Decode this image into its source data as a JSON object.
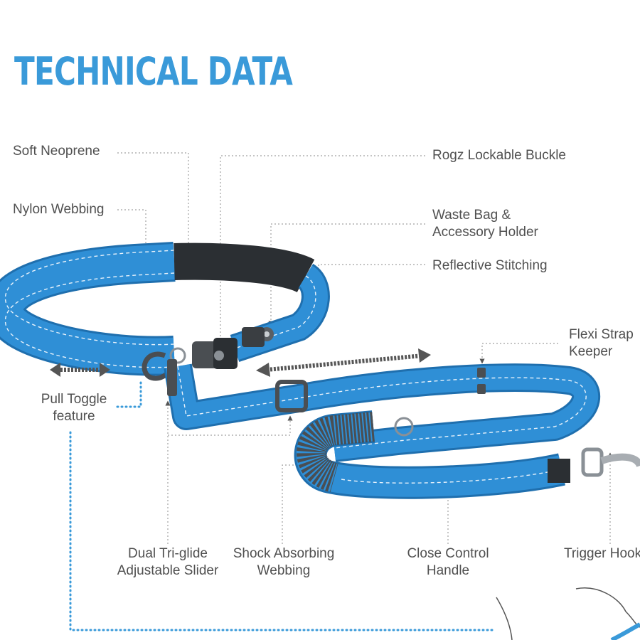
{
  "title": "TECHNICAL DATA",
  "colors": {
    "title": "#3a9ad9",
    "webbing": "#2f8fd6",
    "webbing_edge": "#1f6fae",
    "neoprene": "#2b2f33",
    "shock": "#4a4e52",
    "leader_line": "#9a9a9a",
    "dotted_accent": "#3a9ad9",
    "hardware": "#5a5f64"
  },
  "callouts": {
    "soft_neoprene": "Soft Neoprene",
    "nylon_webbing": "Nylon Webbing",
    "rogz_buckle": "Rogz Lockable Buckle",
    "waste_bag": [
      "Waste Bag &",
      "Accessory Holder"
    ],
    "reflective_stitching": "Reflective Stitching",
    "flexi_strap": [
      "Flexi Strap",
      "Keeper"
    ],
    "pull_toggle": [
      "Pull Toggle",
      "feature"
    ],
    "tri_glide": [
      "Dual Tri-glide",
      "Adjustable Slider"
    ],
    "shock_absorbing": [
      "Shock Absorbing",
      "Webbing"
    ],
    "close_control": [
      "Close Control",
      "Handle"
    ],
    "trigger_hook": "Trigger Hook"
  },
  "icons": [
    "double-arrow-icon",
    "buckle-icon",
    "tri-glide-icon",
    "trigger-hook-icon",
    "hand-icon"
  ]
}
